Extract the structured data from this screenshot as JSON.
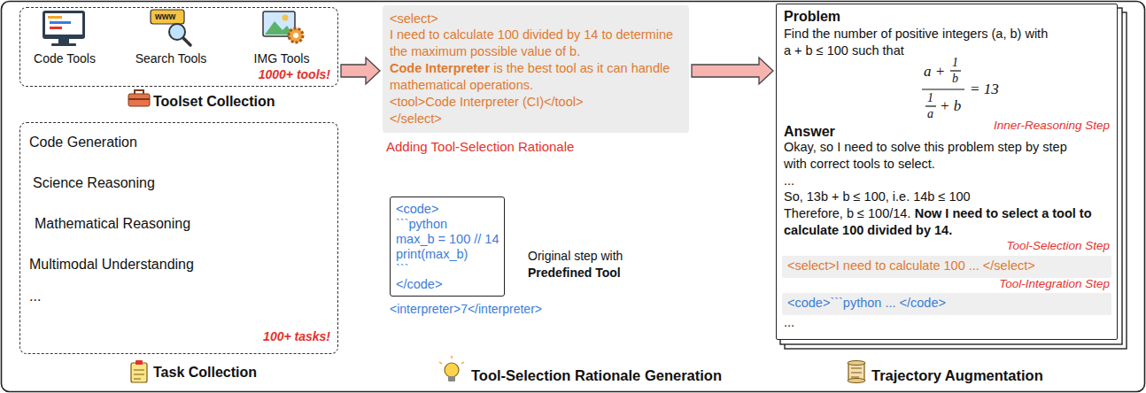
{
  "diagram": {
    "nodes": [
      {
        "text": [
          "Code Tools",
          "Search Tools",
          "IMG Tools",
          "1000+ tools!",
          "Toolset Collection"
        ]
      },
      {
        "text": [
          "Code Generation",
          "Science Reasoning",
          "Mathematical Reasoning",
          "Multimodal Understanding",
          "...",
          "100+ tasks!",
          "Task Collection"
        ]
      },
      {
        "text": [
          "<select>",
          "I need to calculate 100 divided by 14 to determine the maximum possible value of b.",
          "Code Interpreter",
          "is the best tool as it can handle mathematical operations.",
          "<tool>Code Interpreter (CI)</tool>",
          "</select>"
        ]
      },
      {
        "text": [
          "<code>",
          "```python",
          "max_b = 100 // 14",
          "print(max_b)",
          "```",
          "</code>"
        ]
      },
      {
        "text": [
          "Problem",
          "Find the number of positive integers (a, b) with",
          "a + b ≤ 100 such that",
          "a +",
          "1",
          "b",
          "1",
          "a",
          "+ b",
          "= 13",
          "Answer",
          "Inner-Reasoning Step",
          "Okay, so I need to solve this problem step by step with correct tools to select.",
          "...",
          "So, 13b + b ≤ 100, i.e. 14b ≤ 100",
          "Therefore, b ≤ 100/14.",
          "Now I need to select a tool to calculate 100 divided by 14.",
          "Tool-Selection Step",
          "Tool-Integration Step",
          "..."
        ]
      },
      {
        "text": [
          "<select>I need to calculate 100 ... </select>"
        ],
        "in": 4
      },
      {
        "text": [
          "<code>```python ... </code>"
        ],
        "in": 4
      }
    ],
    "edges": [
      {
        "from": 0,
        "to": 2,
        "arrow": "to"
      },
      {
        "from": 2,
        "to": 4,
        "arrow": "to"
      }
    ],
    "labels": [
      "www",
      "Adding Tool-Selection Rationale",
      "<interpreter>7</interpreter>",
      "Original step with",
      "Predefined Tool",
      "Tool-Selection Rationale Generation",
      "Trajectory Augmentation"
    ]
  }
}
